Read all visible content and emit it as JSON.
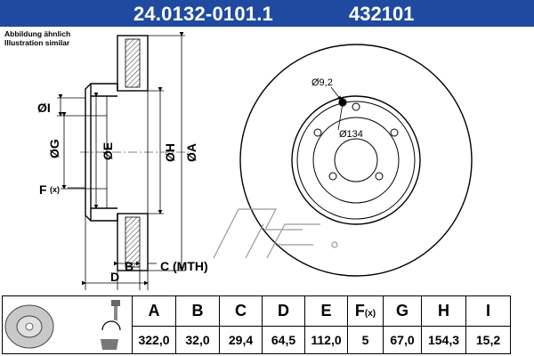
{
  "header": {
    "part_number": "24.0132-0101.1",
    "ate_number": "432101"
  },
  "notes": {
    "line1": "Abbildung ähnlich",
    "line2": "Illustration similar"
  },
  "drawing_labels": {
    "I": "ØI",
    "G": "ØG",
    "E": "ØE",
    "H": "ØH",
    "A": "ØA",
    "F": "F",
    "F_sub": "(x)",
    "B": "B",
    "C": "C (MTH)",
    "D": "D",
    "bolt_hole": "Ø9,2",
    "pcd": "Ø134"
  },
  "specs": {
    "columns": [
      "A",
      "B",
      "C",
      "D",
      "E",
      "F",
      "G",
      "H",
      "I"
    ],
    "F_sub": "(x)",
    "values": [
      "322,0",
      "32,0",
      "29,4",
      "64,5",
      "112,0",
      "5",
      "67,0",
      "154,3",
      "15,2"
    ]
  },
  "colors": {
    "header_bg": "#1f4aa0",
    "header_text": "#ffffff",
    "line": "#000000"
  }
}
